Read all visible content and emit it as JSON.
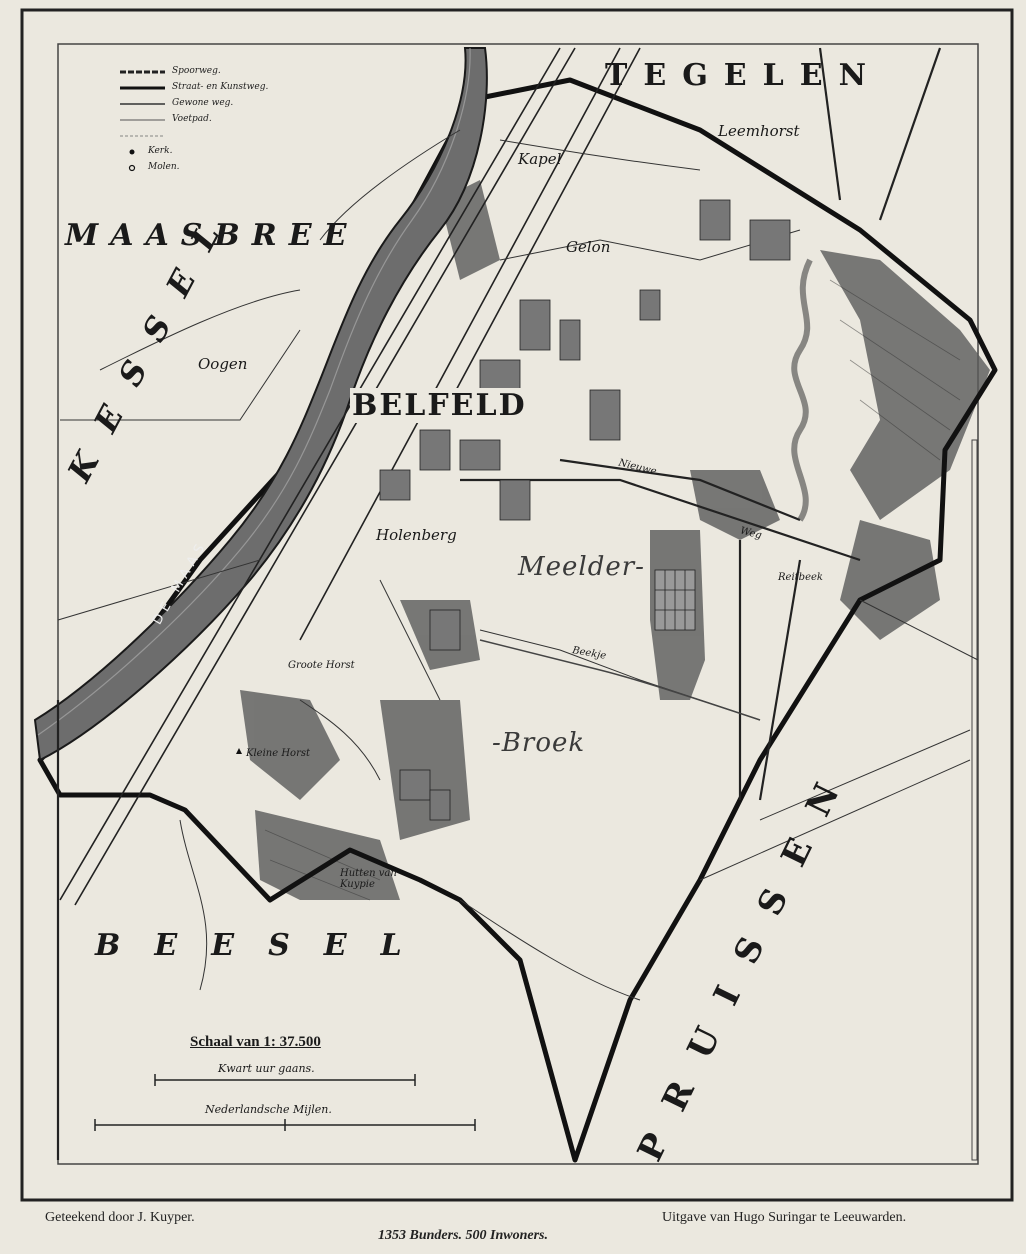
{
  "legend": {
    "items": [
      "Spoorweg.",
      "Straat- en Kunstweg.",
      "Gewone weg.",
      "Voetpad.",
      "Kerk.",
      "Molen."
    ]
  },
  "regions": {
    "north": "TEGELEN",
    "west": "MAASBREE",
    "southwest_kessel": "KESSEL",
    "south": "BEESEL",
    "east": "PRUISSEN"
  },
  "river_label": "DE MAAS",
  "town": "BELFELD",
  "places": {
    "leemhorst": "Leemhorst",
    "kapel": "Kapel",
    "gelon": "Gelon",
    "oogen": "Oogen",
    "holenberg": "Holenberg",
    "groote_horst": "Groote Horst",
    "kleine_horst": "Kleine Horst",
    "huttes": "Hutten van Kuypie",
    "rivierfort": "Reitbeek",
    "nieuwe": "Nieuwe",
    "weg": "Weg"
  },
  "areas": {
    "meelder": "Meelder-",
    "broek": "-Broek",
    "loopbeek": "Beekje"
  },
  "scale": {
    "title": "Schaal van 1: 37.500",
    "bar1_label": "Kwart uur gaans.",
    "bar2_label": "Nederlandsche Mijlen."
  },
  "footer": {
    "left": "Geteekend door J. Kuyper.",
    "right": "Uitgave van Hugo Suringar te Leeuwarden.",
    "center": "1353 Bunders. 500 Inwoners."
  },
  "colors": {
    "paper": "#ebe8df",
    "ink": "#1c1c1c",
    "river": "#6d6d6d",
    "hatch": "#555555"
  }
}
